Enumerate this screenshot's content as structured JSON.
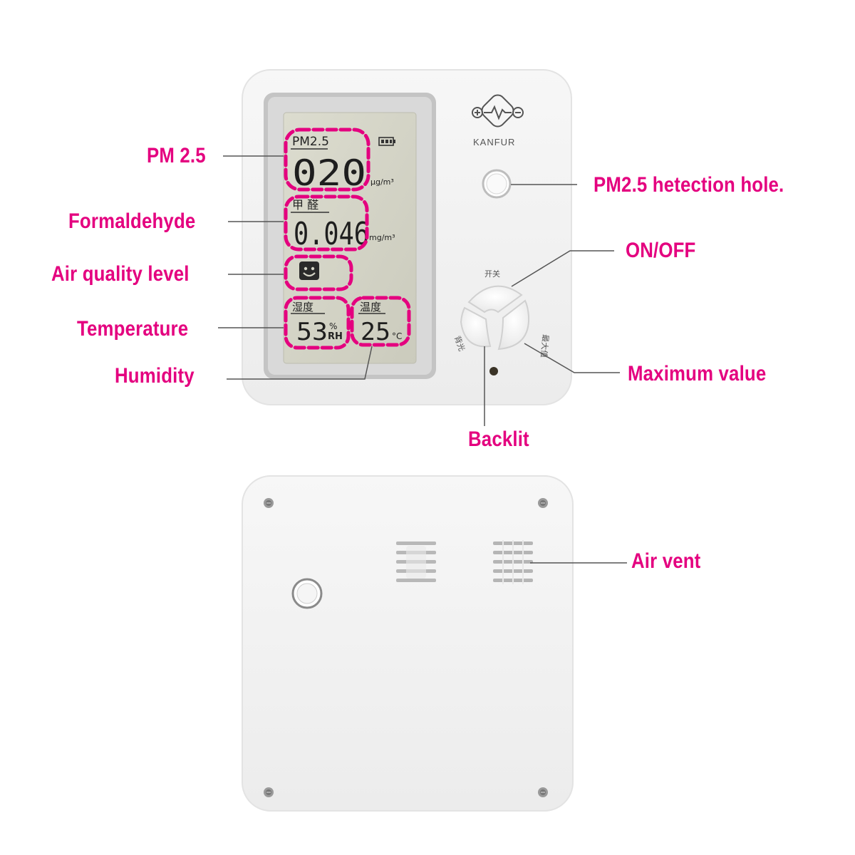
{
  "labels": {
    "pm25": "PM 2.5",
    "formaldehyde": "Formaldehyde",
    "air_quality": "Air quality level",
    "temperature": "Temperature",
    "humidity": "Humidity",
    "pm25_hole": "PM2.5 hetection hole.",
    "on_off": "ON/OFF",
    "maximum": "Maximum value",
    "backlit": "Backlit",
    "air_vent": "Air vent"
  },
  "brand": "KANFUR",
  "display": {
    "pm25_title": "PM2.5",
    "pm25_value": "020",
    "pm25_unit": "μg/m³",
    "hcho_title": "甲 醛",
    "hcho_value": "0.046",
    "hcho_unit": "mg/m³",
    "humidity_title": "湿度",
    "humidity_value": "53",
    "humidity_pct": "%",
    "humidity_rh": "RH",
    "temp_title": "温度",
    "temp_value": "25",
    "temp_unit": "°C"
  },
  "buttons": {
    "top": "开关",
    "left": "背光",
    "right": "最大值"
  },
  "colors": {
    "accent": "#e4007f",
    "device": "#f4f4f4",
    "lcd": "#d3d3c4"
  },
  "icons": [
    "battery-icon",
    "smiley-icon",
    "kanfur-logo-icon",
    "screw-icon"
  ]
}
